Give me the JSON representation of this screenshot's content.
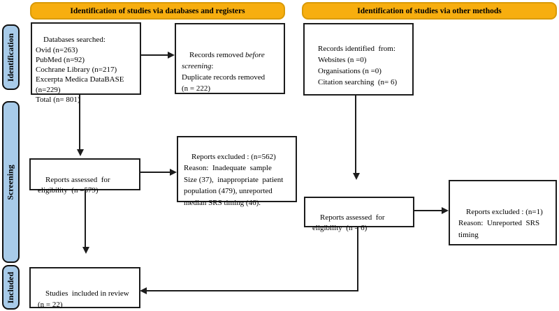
{
  "colors": {
    "header-fill": "#F7AE0F",
    "header-border": "#D99A08",
    "stage-fill": "#A8CBE9",
    "line": "#1c1c1c"
  },
  "headers": {
    "databases": "Identification of studies via databases and registers",
    "other": "Identification of studies via other methods"
  },
  "stages": {
    "identification": "Identification",
    "screening": "Screening",
    "included": "Included"
  },
  "boxes": {
    "databases_searched": {
      "lines": [
        "Databases searched:",
        "Ovid (n=263)",
        "PubMed (n=92)",
        "Cochrane Library (n=217)",
        "Excerpta Medica DataBASE",
        "(n=229)",
        "Total (n= 801)"
      ]
    },
    "records_removed": {
      "l1_normal": "Records removed ",
      "l1_italic": "before",
      "l2_italic": "screening",
      "l2_normal": ":",
      "l3": "Duplicate records removed",
      "l4": "(n = 222)"
    },
    "records_identified": {
      "lines": [
        "Records identified  from:",
        "    Websites (n =0)",
        "    Organisations (n =0)",
        "    Citation searching  (n= 6)"
      ]
    },
    "reports_assessed_databases": {
      "lines": [
        "Reports assessed  for",
        "eligibility  (n =579)"
      ]
    },
    "reports_excluded_screening": {
      "lines": [
        "Reports excluded : (n=562)",
        "Reason:  Inadequate  sample",
        "Size (37),  inappropriate  patient",
        "population (479), unreported",
        "median SRS timing (46)."
      ]
    },
    "reports_assessed_other": {
      "lines": [
        "Reports assessed  for",
        "eligibility  (n = 6)"
      ]
    },
    "reports_excluded_other": {
      "lines": [
        "Reports excluded : (n=1)",
        "Reason:  Unreported  SRS",
        "timing"
      ]
    },
    "studies_included": {
      "lines": [
        "Studies  included in review",
        "(n = 22)"
      ]
    }
  }
}
